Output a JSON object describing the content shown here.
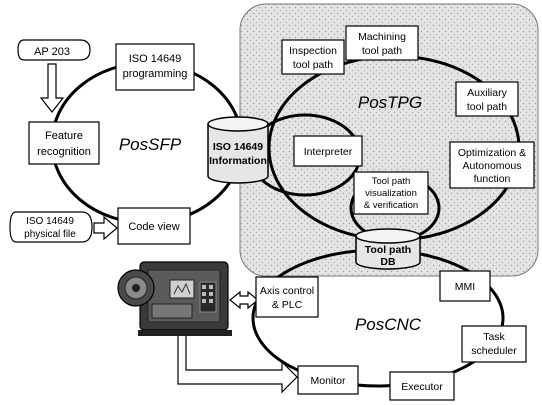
{
  "systems": {
    "sfp": "PosSFP",
    "tpg": "PosTPG",
    "cnc": "PosCNC"
  },
  "inputs": {
    "ap203": "AP 203",
    "physical_file_line1": "ISO 14649",
    "physical_file_line2": "physical file"
  },
  "sfp_modules": {
    "programming_line1": "ISO 14649",
    "programming_line2": "programming",
    "feature_line1": "Feature",
    "feature_line2": "recognition",
    "code_view": "Code view"
  },
  "shared": {
    "info_db_line1": "ISO 14649",
    "info_db_line2": "Information",
    "toolpath_db_line1": "Tool path",
    "toolpath_db_line2": "DB"
  },
  "tpg_modules": {
    "inspection_line1": "Inspection",
    "inspection_line2": "tool path",
    "machining_line1": "Machining",
    "machining_line2": "tool path",
    "auxiliary_line1": "Auxiliary",
    "auxiliary_line2": "tool path",
    "interpreter": "Interpreter",
    "optimization_line1": "Optimization &",
    "optimization_line2": "Autonomous",
    "optimization_line3": "function",
    "visualization_line1": "Tool path",
    "visualization_line2": "visualization",
    "visualization_line3": "& verification"
  },
  "cnc_modules": {
    "axis_line1": "Axis control",
    "axis_line2": "& PLC",
    "mmi": "MMI",
    "task_line1": "Task",
    "task_line2": "scheduler",
    "monitor": "Monitor",
    "executor": "Executor"
  },
  "colors": {
    "tpg_region": "#d8d8d8",
    "stroke": "#000000",
    "db_fill": "#e6e6e6",
    "machine_body": "#3a3a3a"
  }
}
